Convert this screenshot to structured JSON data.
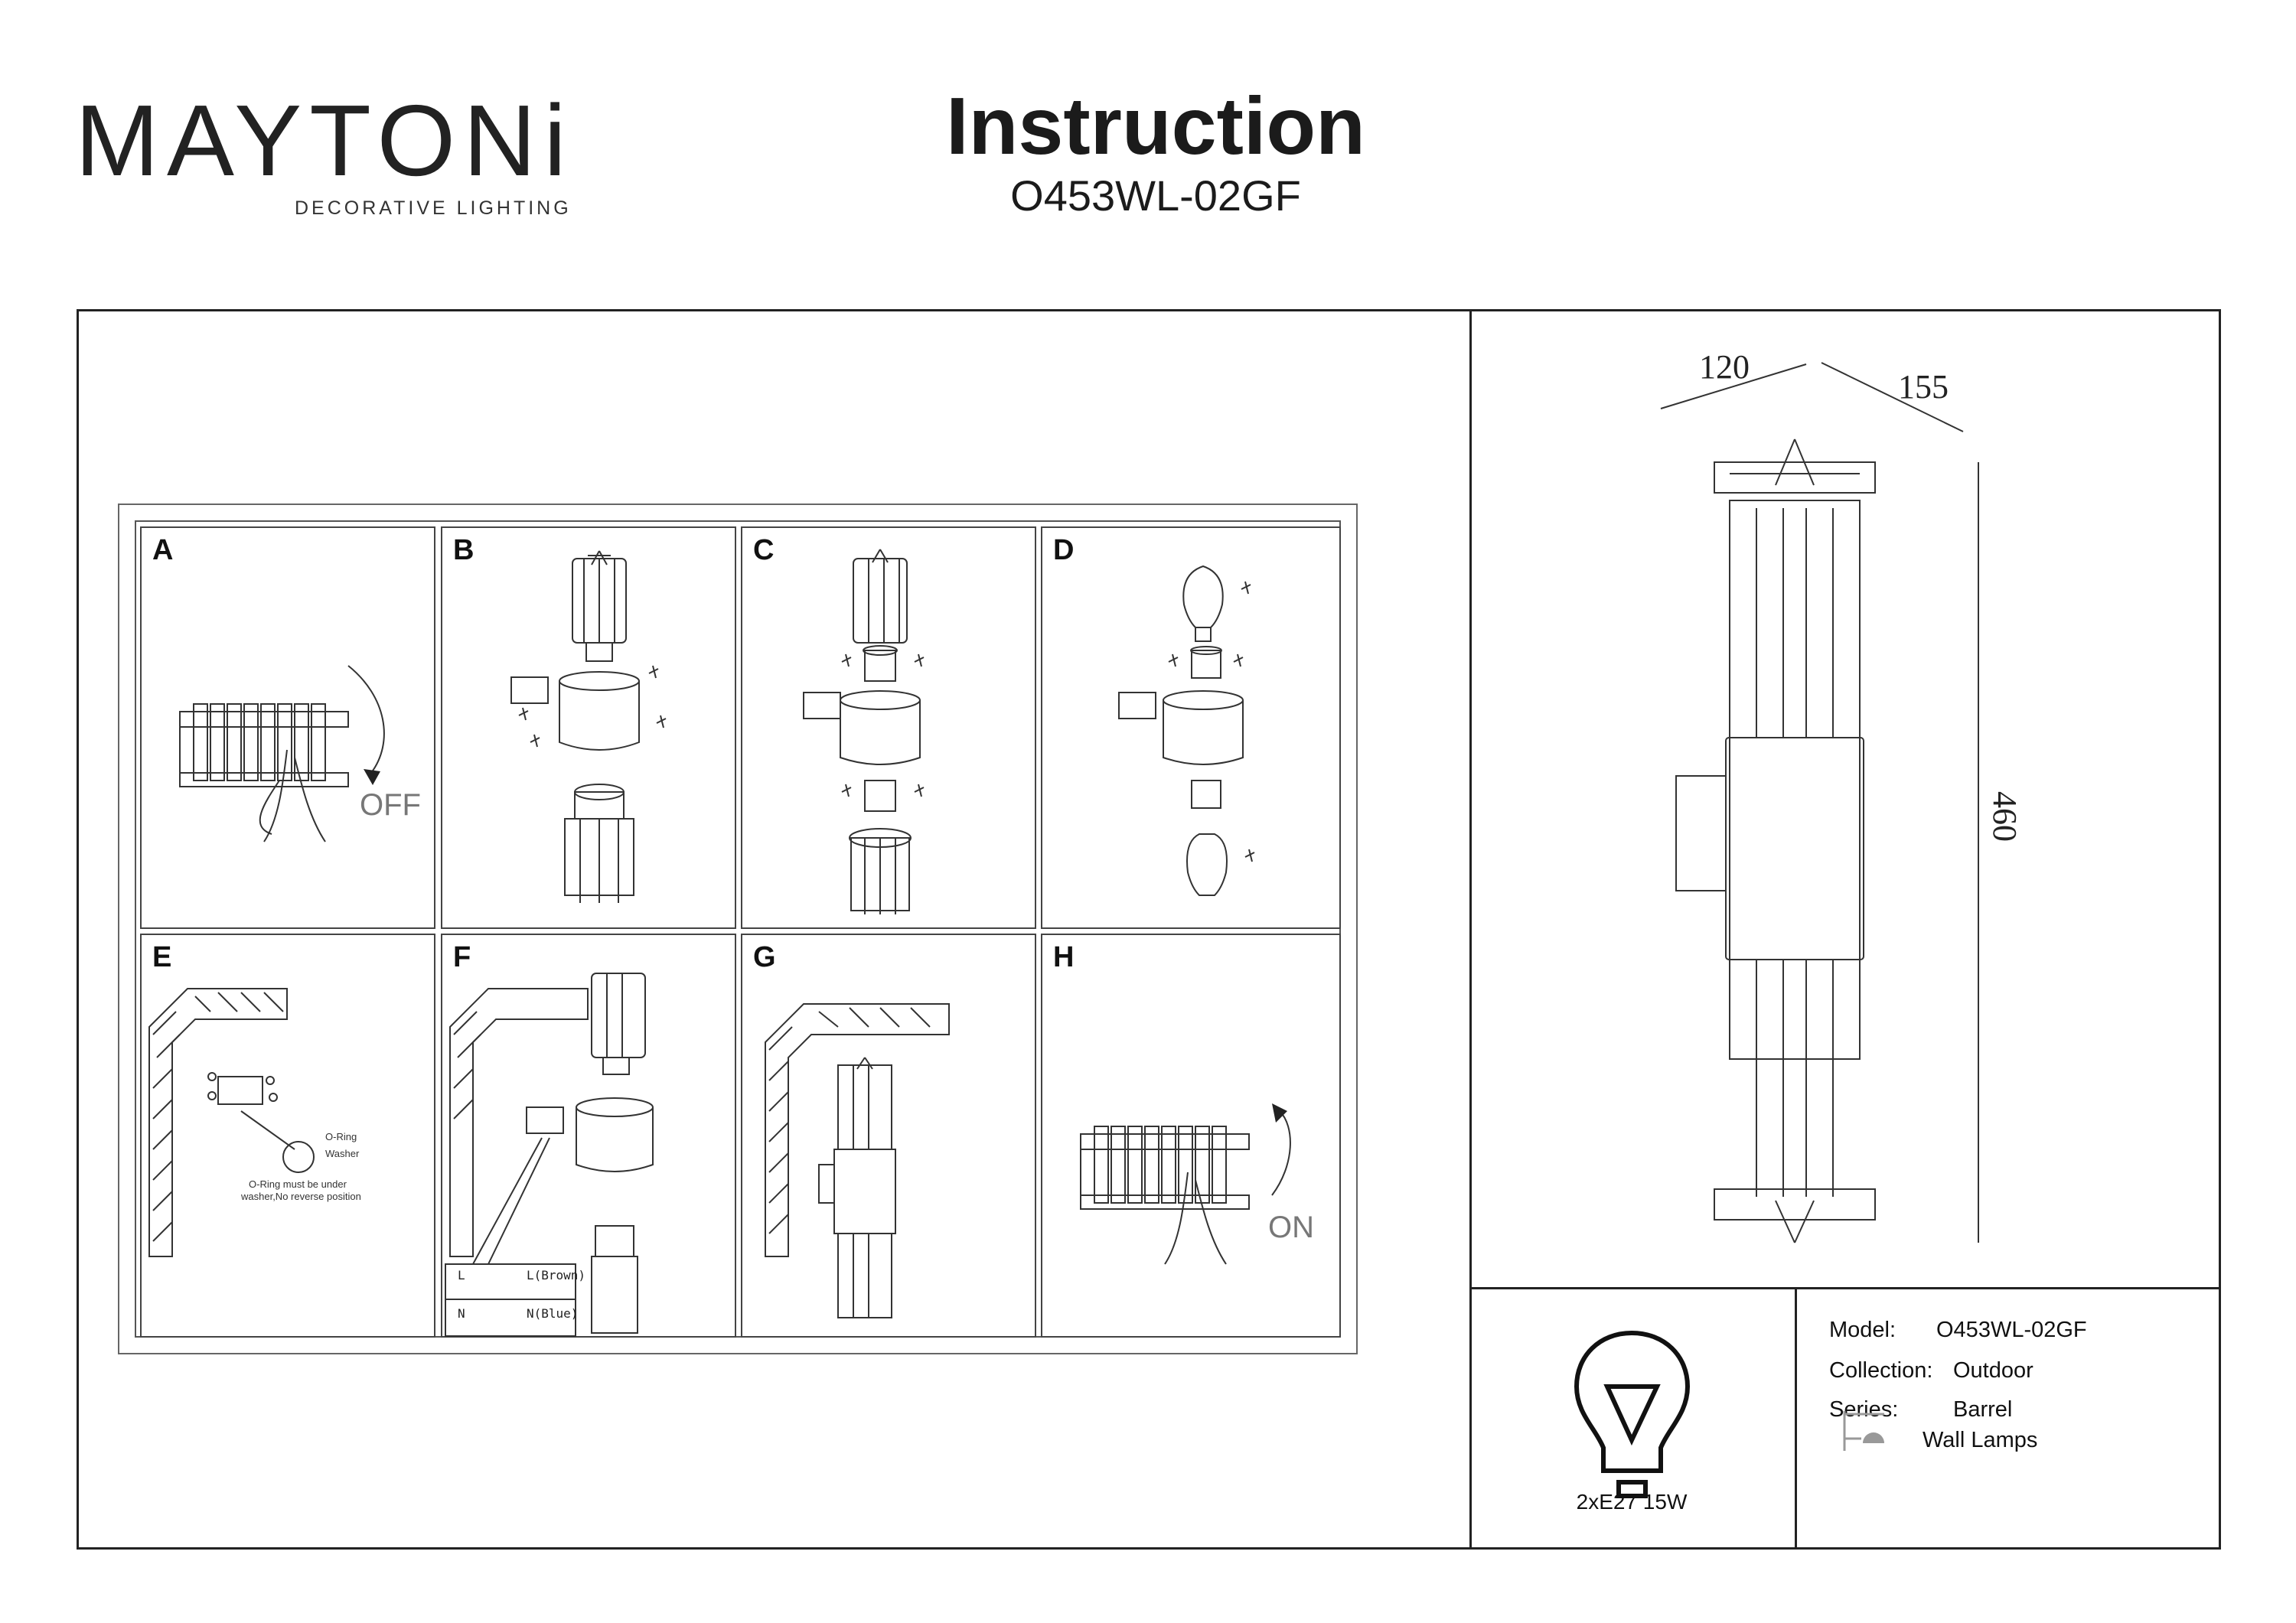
{
  "brand": {
    "name": "MAYTONi",
    "tagline": "DECORATIVE LIGHTING"
  },
  "header": {
    "title": "Instruction",
    "model": "O453WL-02GF"
  },
  "steps": [
    {
      "label": "A",
      "switch_text": "OFF"
    },
    {
      "label": "B"
    },
    {
      "label": "C"
    },
    {
      "label": "D"
    },
    {
      "label": "E",
      "note_oring": "O-Ring",
      "note_washer": "Washer",
      "note_text_1": "O-Ring must be under",
      "note_text_2": "washer,No reverse position"
    },
    {
      "label": "F",
      "wire_l": "L",
      "wire_l_color": "L(Brown)",
      "wire_n": "N",
      "wire_n_color": "N(Blue)"
    },
    {
      "label": "G"
    },
    {
      "label": "H",
      "switch_text": "ON"
    }
  ],
  "dimensions": {
    "depth": "120",
    "width": "155",
    "height": "460"
  },
  "specs": {
    "bulb": "2xE27 15W",
    "model_label": "Model:",
    "model_value": "O453WL-02GF",
    "collection_label": "Collection:",
    "collection_value": "Outdoor",
    "series_label": "Series:",
    "series_value": "Barrel",
    "type_value": "Wall Lamps"
  },
  "colors": {
    "brand_accent": "#6d2a52",
    "line": "#222222"
  }
}
